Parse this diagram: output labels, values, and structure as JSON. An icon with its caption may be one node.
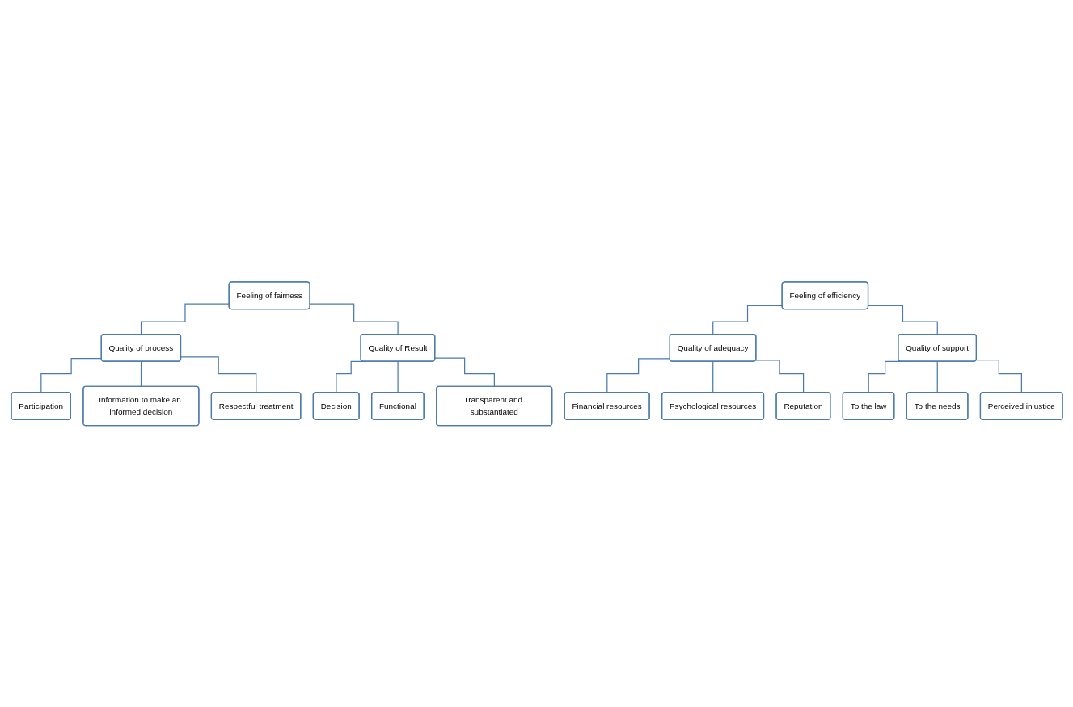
{
  "diagram": {
    "nodes": [
      {
        "text": [
          "Feeling of fairness"
        ]
      },
      {
        "text": [
          "Quality of process"
        ]
      },
      {
        "text": [
          "Quality of Result"
        ]
      },
      {
        "text": [
          "Participation"
        ]
      },
      {
        "text": [
          "Information to make an informed decision"
        ]
      },
      {
        "text": [
          "Respectful treatment"
        ]
      },
      {
        "text": [
          "Decision"
        ]
      },
      {
        "text": [
          "Functional"
        ]
      },
      {
        "text": [
          "Transparent and substantiated"
        ]
      },
      {
        "text": [
          "Feeling of efficiency"
        ]
      },
      {
        "text": [
          "Quality of adequacy"
        ]
      },
      {
        "text": [
          "Quality of support"
        ]
      },
      {
        "text": [
          "Financial resources"
        ]
      },
      {
        "text": [
          "Psychological resources"
        ]
      },
      {
        "text": [
          "Reputation"
        ]
      },
      {
        "text": [
          "To the law"
        ]
      },
      {
        "text": [
          "To the needs"
        ]
      },
      {
        "text": [
          "Perceived injustice"
        ]
      }
    ],
    "edges": [
      {
        "from": 0,
        "to": 1,
        "arrow": "none"
      },
      {
        "from": 0,
        "to": 2,
        "arrow": "none"
      },
      {
        "from": 1,
        "to": 3,
        "arrow": "none"
      },
      {
        "from": 1,
        "to": 4,
        "arrow": "none"
      },
      {
        "from": 1,
        "to": 5,
        "arrow": "none"
      },
      {
        "from": 2,
        "to": 6,
        "arrow": "none"
      },
      {
        "from": 2,
        "to": 7,
        "arrow": "none"
      },
      {
        "from": 2,
        "to": 8,
        "arrow": "none"
      },
      {
        "from": 9,
        "to": 10,
        "arrow": "none"
      },
      {
        "from": 9,
        "to": 11,
        "arrow": "none"
      },
      {
        "from": 10,
        "to": 12,
        "arrow": "none"
      },
      {
        "from": 10,
        "to": 13,
        "arrow": "none"
      },
      {
        "from": 10,
        "to": 14,
        "arrow": "none"
      },
      {
        "from": 11,
        "to": 15,
        "arrow": "none"
      },
      {
        "from": 11,
        "to": 16,
        "arrow": "none"
      },
      {
        "from": 11,
        "to": 17,
        "arrow": "none"
      }
    ]
  }
}
